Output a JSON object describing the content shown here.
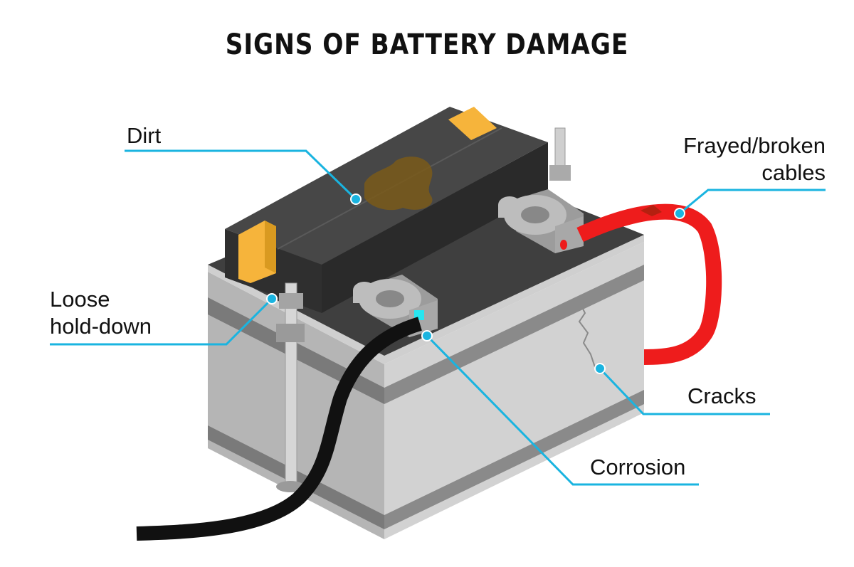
{
  "title": "SIGNS OF BATTERY DAMAGE",
  "labels": {
    "dirt": "Dirt",
    "frayed_line1": "Frayed/broken",
    "frayed_line2": "cables",
    "loose_line1": "Loose",
    "loose_line2": "hold-down",
    "cracks": "Cracks",
    "corrosion": "Corrosion"
  },
  "colors": {
    "leader": "#1ab4e0",
    "battery_top": "#3f3f3f",
    "battery_side_light": "#d2d2d2",
    "battery_side_dark": "#b5b5b5",
    "band": "#7a7a7a",
    "accent_yellow": "#f6b43b",
    "positive_cable": "#ee1c1c",
    "negative_cable": "#111111",
    "dirt": "#7a5a1a",
    "corrosion": "#28e6f0"
  }
}
